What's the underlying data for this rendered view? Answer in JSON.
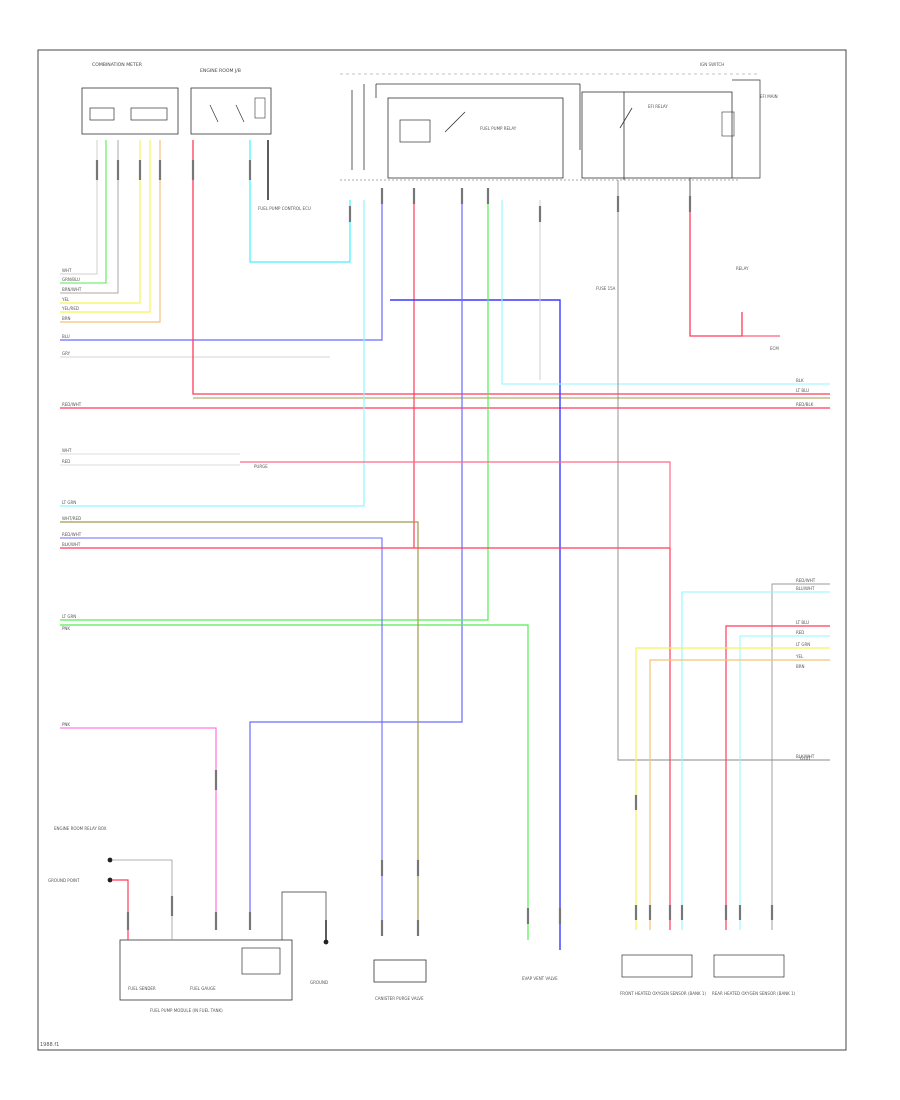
{
  "title": "",
  "footer_code": "1988.f1",
  "colors": {
    "red": "#ff3b5c",
    "blue": "#3a3aff",
    "cyan": "#44f0ff",
    "green": "#53ee53",
    "yellow": "#f5f35a",
    "pink": "#ff7be8",
    "orange": "#f3c27a",
    "olive": "#a39a4a",
    "gray": "#8f8f8f",
    "black": "#222222"
  },
  "components": {
    "instrument_cluster": "COMBINATION METER",
    "fuse_box": "ENGINE ROOM J/B",
    "relay_block": "EFI RELAY",
    "fuel_pump_relay": "FUEL PUMP RELAY",
    "efi_fuse": "EFI MAIN",
    "ecm": "ECM",
    "fuel_pump": "FUEL PUMP MODULE (IN FUEL TANK)",
    "fuel_level": "FUEL SENDER",
    "fuel_gauge": "FUEL GAUGE",
    "canister": "CANISTER PURGE VALVE",
    "ground_joint": "GROUND",
    "evap_solenoid": "EVAP VENT VALVE",
    "fuel_pump_ecu": "FUEL PUMP CONTROL ECU",
    "front_o2": "FRONT HEATED OXYGEN SENSOR (BANK 1)",
    "rear_o2": "REAR HEATED OXYGEN SENSOR (BANK 1)",
    "engine_room_relay": "ENGINE ROOM RELAY BOX",
    "ground_point": "GROUND POINT",
    "ignition": "IGN SWITCH"
  },
  "wire_labels": {
    "left": [
      "WHT",
      "GRN/BLU",
      "BRN/WHT",
      "YEL",
      "YEL/RED",
      "BRN",
      "BLU",
      "GRY",
      "RED/WHT",
      "WHT",
      "RED",
      "LT GRN",
      "WHT/RED",
      "RED/WHT",
      "BLK/WHT",
      "LT GRN",
      "PNK",
      "PNK"
    ],
    "right": [
      "BLK",
      "LT BLU",
      "RED/BLK",
      "RED/WHT",
      "BLU/WHT",
      "LT BLU",
      "RED",
      "LT GRN",
      "YEL",
      "BRN",
      "BLK/WHT"
    ]
  },
  "notes": {
    "fuse_note": "FUSE 15A",
    "relay_note": "RELAY",
    "ground_note": "G101",
    "purge_note": "PURGE"
  }
}
